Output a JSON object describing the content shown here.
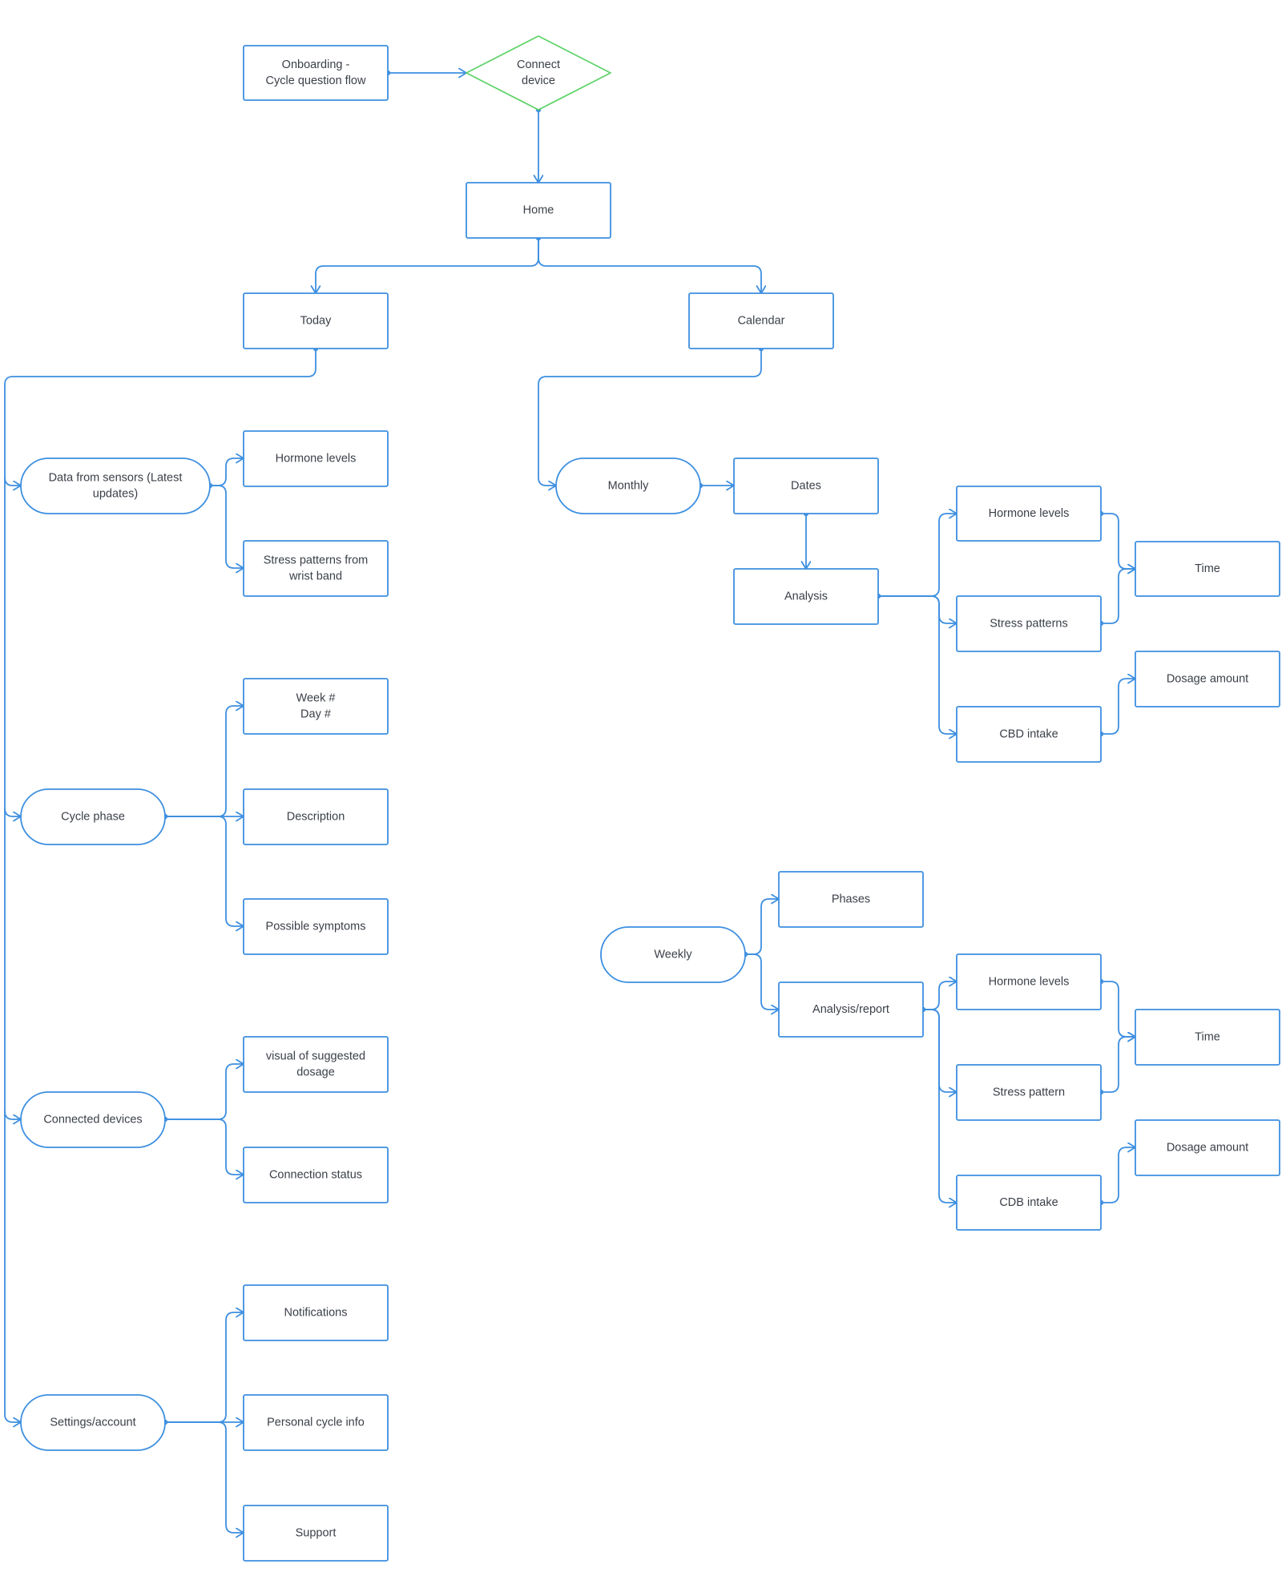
{
  "colors": {
    "stroke": "#3d8fe0",
    "decision": "#5fd36a",
    "text": "#3a3f47",
    "background": "#ffffff"
  },
  "nodes": {
    "onboarding": {
      "lines": [
        "Onboarding -",
        "Cycle question flow"
      ]
    },
    "connect": {
      "lines": [
        "Connect",
        "device"
      ]
    },
    "home": {
      "lines": [
        "Home"
      ]
    },
    "today": {
      "lines": [
        "Today"
      ]
    },
    "calendar": {
      "lines": [
        "Calendar"
      ]
    },
    "sensors": {
      "lines": [
        "Data from sensors (Latest",
        "updates)"
      ]
    },
    "hormone1": {
      "lines": [
        "Hormone levels"
      ]
    },
    "stress1": {
      "lines": [
        "Stress patterns from",
        "wrist band"
      ]
    },
    "cycle": {
      "lines": [
        "Cycle phase"
      ]
    },
    "week": {
      "lines": [
        "Week #",
        "Day #"
      ]
    },
    "desc": {
      "lines": [
        "Description"
      ]
    },
    "symptoms": {
      "lines": [
        "Possible symptoms"
      ]
    },
    "devices": {
      "lines": [
        "Connected devices"
      ]
    },
    "visual": {
      "lines": [
        "visual of suggested",
        "dosage"
      ]
    },
    "connstatus": {
      "lines": [
        "Connection status"
      ]
    },
    "settings": {
      "lines": [
        "Settings/account"
      ]
    },
    "notif": {
      "lines": [
        "Notifications"
      ]
    },
    "personal": {
      "lines": [
        "Personal cycle info"
      ]
    },
    "support": {
      "lines": [
        "Support"
      ]
    },
    "monthly": {
      "lines": [
        "Monthly"
      ]
    },
    "dates": {
      "lines": [
        "Dates"
      ]
    },
    "analysis": {
      "lines": [
        "Analysis"
      ]
    },
    "hormone2": {
      "lines": [
        "Hormone levels"
      ]
    },
    "stress2": {
      "lines": [
        "Stress patterns"
      ]
    },
    "cbd": {
      "lines": [
        "CBD intake"
      ]
    },
    "time1": {
      "lines": [
        "Time"
      ]
    },
    "dosage1": {
      "lines": [
        "Dosage amount"
      ]
    },
    "weekly": {
      "lines": [
        "Weekly"
      ]
    },
    "phases": {
      "lines": [
        "Phases"
      ]
    },
    "report": {
      "lines": [
        "Analysis/report"
      ]
    },
    "hormone3": {
      "lines": [
        "Hormone levels"
      ]
    },
    "stress3": {
      "lines": [
        "Stress pattern"
      ]
    },
    "cdb": {
      "lines": [
        "CDB intake"
      ]
    },
    "time2": {
      "lines": [
        "Time"
      ]
    },
    "dosage2": {
      "lines": [
        "Dosage amount"
      ]
    }
  }
}
